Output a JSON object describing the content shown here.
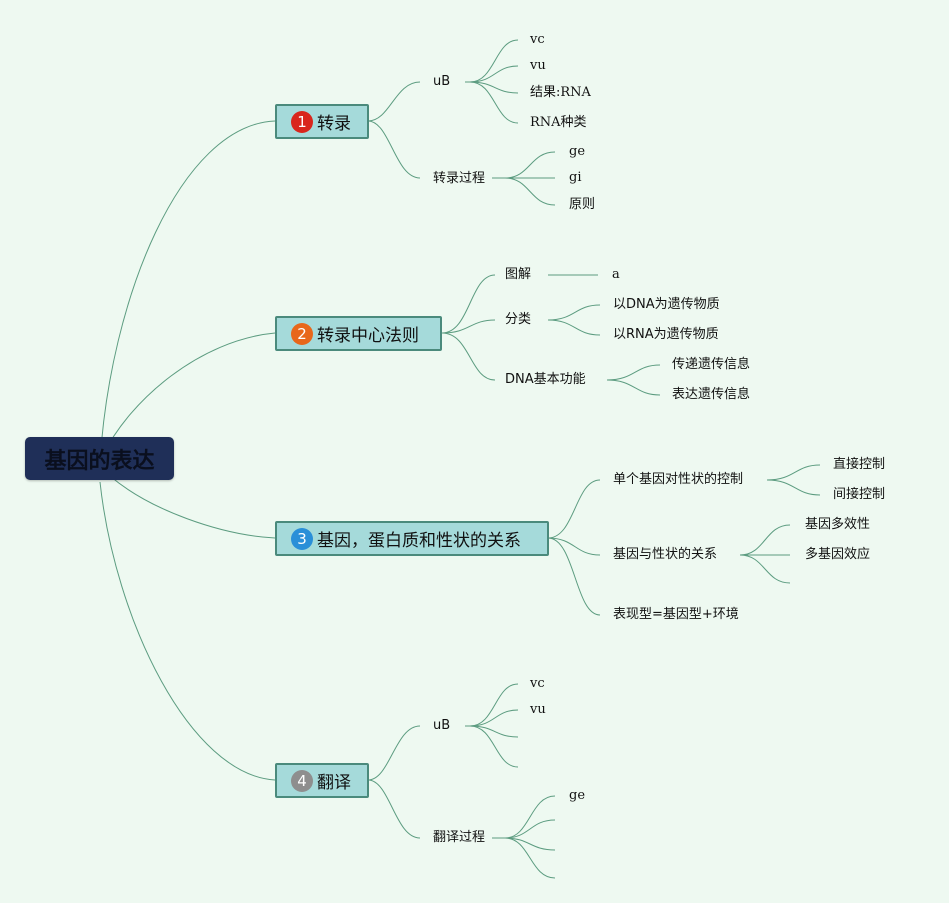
{
  "root": {
    "title": "基因的表达"
  },
  "branches": [
    {
      "num": "1",
      "num_color": "#d9261c",
      "label": "转录",
      "children": [
        {
          "label": "uB",
          "children": [
            "vc",
            "vu",
            "结果:RNA",
            "RNA种类"
          ]
        },
        {
          "label": "转录过程",
          "children": [
            "ge",
            "gi",
            "原则"
          ]
        }
      ]
    },
    {
      "num": "2",
      "num_color": "#e8671a",
      "label": "转录中心法则",
      "children": [
        {
          "label": "图解",
          "children": [
            "a"
          ]
        },
        {
          "label": "分类",
          "children": [
            "以DNA为遗传物质",
            "以RNA为遗传物质"
          ]
        },
        {
          "label": "DNA基本功能",
          "children": [
            "传递遗传信息",
            "表达遗传信息"
          ]
        }
      ]
    },
    {
      "num": "3",
      "num_color": "#2a8fd8",
      "label": "基因，蛋白质和性状的关系",
      "children": [
        {
          "label": "单个基因对性状的控制",
          "children": [
            "直接控制",
            "间接控制"
          ]
        },
        {
          "label": "基因与性状的关系",
          "children": [
            "基因多效性",
            "多基因效应",
            ""
          ]
        },
        {
          "label": "表现型=基因型+环境",
          "children": []
        }
      ]
    },
    {
      "num": "4",
      "num_color": "#8e8e8e",
      "label": "翻译",
      "children": [
        {
          "label": "uB",
          "children": [
            "vc",
            "vu",
            "",
            ""
          ]
        },
        {
          "label": "翻译过程",
          "children": [
            "ge",
            "",
            "",
            ""
          ]
        }
      ]
    }
  ]
}
